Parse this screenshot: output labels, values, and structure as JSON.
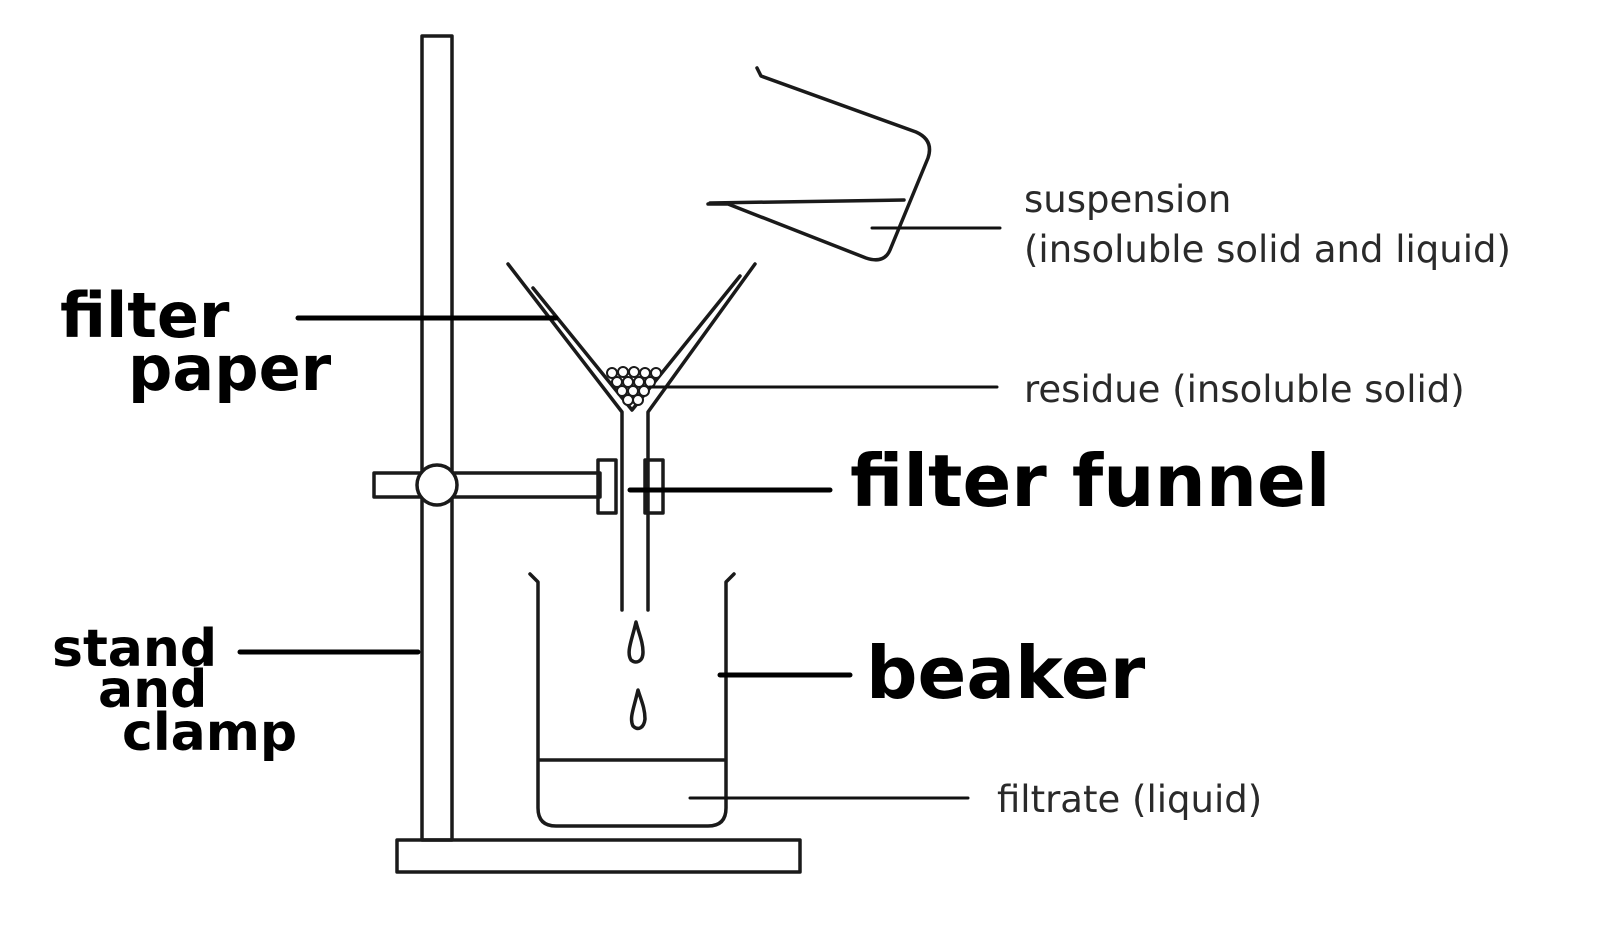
{
  "labels": {
    "suspension_line1": "suspension",
    "suspension_line2": "(insoluble solid and liquid)",
    "residue": "residue (insoluble solid)",
    "filtrate": "filtrate (liquid)",
    "filter_paper_line1": "filter",
    "filter_paper_line2": "paper",
    "filter_funnel": "filter funnel",
    "beaker": "beaker",
    "stand_line1": "stand",
    "stand_line2": "and",
    "stand_line3": "clamp"
  },
  "colors": {
    "line": "#1a1a1a",
    "typed_text": "#2a2a2a",
    "handwritten_text": "#000000",
    "background": "#ffffff"
  }
}
